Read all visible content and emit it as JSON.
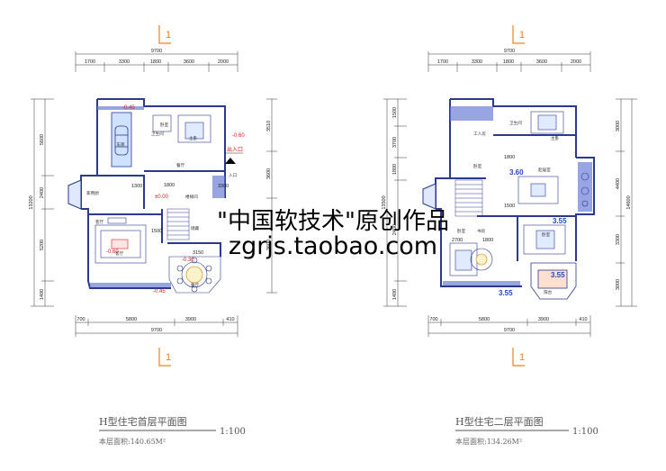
{
  "plans": [
    {
      "axis_top": "1",
      "axis_bottom": "1",
      "overall_width": "9700",
      "top_dims": [
        "1700",
        "3300",
        "1800",
        "3600",
        "2000"
      ],
      "bottom_dims_total": "9700",
      "bottom_dims": [
        "700",
        "5800",
        "3900",
        "410"
      ],
      "left_dims_total": "13200",
      "left_dims": [
        "5600",
        "2400",
        "5200",
        "1400"
      ],
      "right_dims": [
        "3510",
        "3600",
        "3600"
      ],
      "rooms": [
        "车库",
        "卧室",
        "主卧",
        "餐厅",
        "家用厨",
        "客厅",
        "储藏",
        "卫生间",
        "楼梯间",
        "客厅",
        "餐厅",
        "入口"
      ],
      "levels_red": [
        "-0.45",
        "-0.60",
        "±0.00",
        "-0.60",
        "-0.30",
        "-0.45"
      ],
      "entrance_label": "出入口",
      "extra_dims": [
        "1800",
        "1300",
        "3150",
        "1500",
        "3300"
      ],
      "title": "H型住宅首层平面图",
      "scale": "1:100",
      "area": "本层面积:140.65M²"
    },
    {
      "axis_top": "1",
      "axis_bottom": "1",
      "overall_width": "9700",
      "top_dims": [
        "1700",
        "3300",
        "1800",
        "3600",
        "2000"
      ],
      "bottom_dims_total": "9700",
      "bottom_dims": [
        "700",
        "5800",
        "3900",
        "410"
      ],
      "left_dims_total": "13500",
      "left_dims": [
        "1500",
        "3700",
        "1800",
        "2400",
        "1400"
      ],
      "right_dims_total": "14600",
      "right_dims": [
        "3000",
        "4400",
        "3300",
        "3000"
      ],
      "rooms": [
        "工人房",
        "卧室",
        "卫生间",
        "主卧",
        "起居室",
        "卧室",
        "书房",
        "卧室",
        "阳台"
      ],
      "levels_blue": [
        "3.60",
        "3.55",
        "3.55",
        "3.55"
      ],
      "extra_dims": [
        "1800",
        "1500",
        "2700",
        "1800"
      ],
      "title": "H型住宅二层平面图",
      "scale": "1:100",
      "area": "本层面积:134.26M²"
    }
  ],
  "watermark": {
    "line1": "\"中国软技术\"原创作品",
    "line2": "zgrjs.taobao.com"
  },
  "colors": {
    "wall": "#2b3990",
    "dim_line": "#333333",
    "axis_marker": "#f08020",
    "level_red": "#d32020",
    "level_blue": "#2244cc",
    "hatch": "#6b7fd6"
  }
}
